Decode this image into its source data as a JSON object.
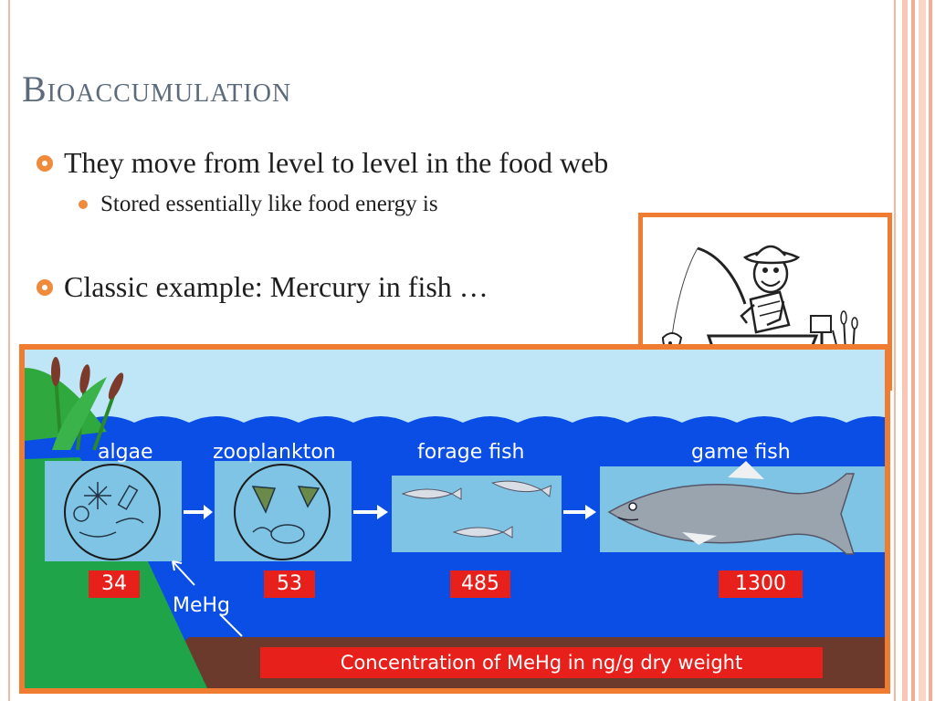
{
  "slide": {
    "title": "Bioaccumulation",
    "bullets": [
      {
        "text": "They move from level to level in the food web"
      },
      {
        "text": "Classic example: Mercury in fish …"
      }
    ],
    "sub_bullets": [
      {
        "text": "Stored essentially like food energy is"
      }
    ]
  },
  "diagram": {
    "stages": [
      {
        "label": "algae",
        "value": "34"
      },
      {
        "label": "zooplankton",
        "value": "53"
      },
      {
        "label": "forage fish",
        "value": "485"
      },
      {
        "label": "game fish",
        "value": "1300"
      }
    ],
    "mehg_label": "MeHg",
    "caption": "Concentration of MeHg in ng/g dry weight"
  },
  "colors": {
    "accent": "#f07c32",
    "title": "#5c6b7c",
    "water": "#0a4ee6",
    "badge": "#e8201c",
    "sky": "#bfe6f6"
  },
  "icons": {
    "bullet": "orange-ring-bullet",
    "sub_bullet": "orange-dot-bullet"
  }
}
